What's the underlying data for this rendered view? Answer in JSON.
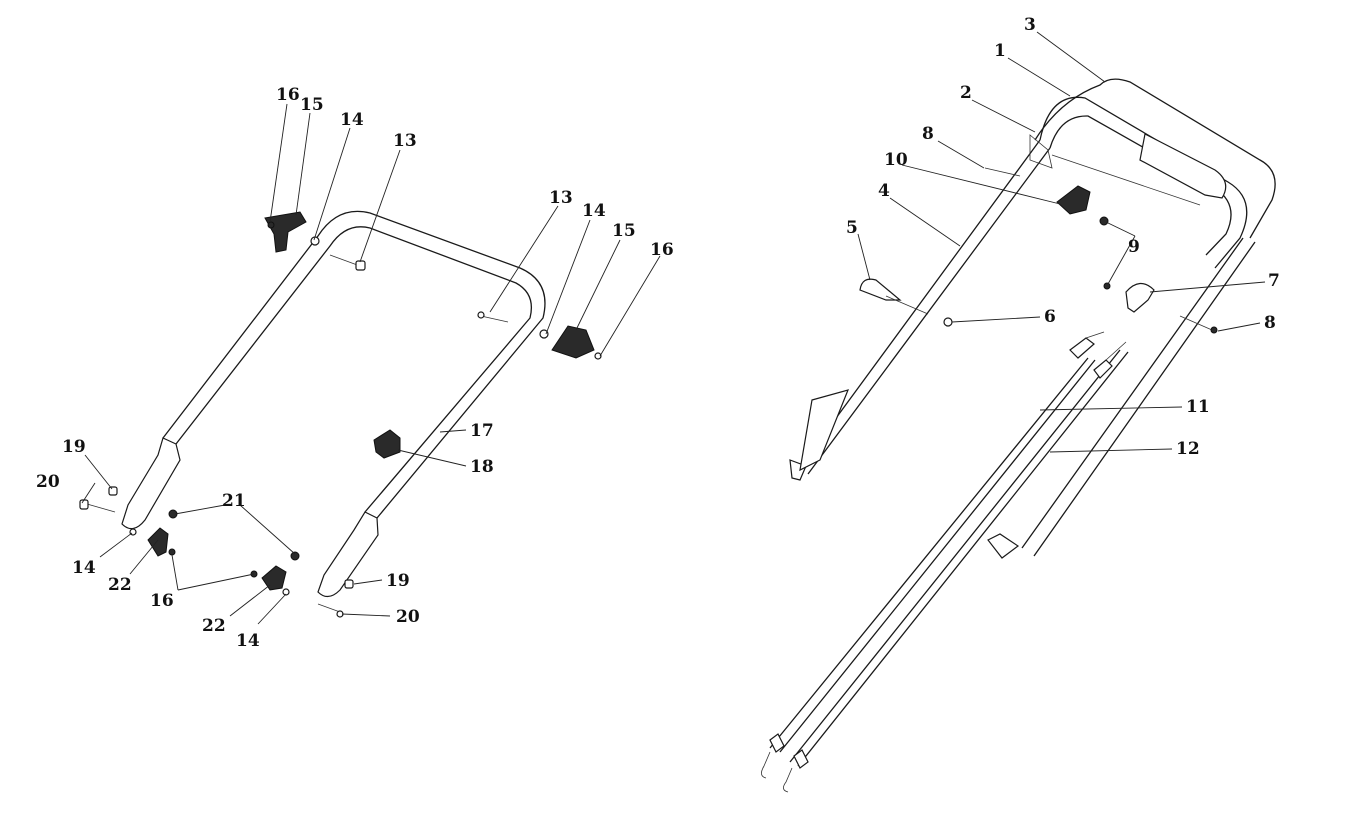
{
  "diagram": {
    "left_assembly_labels": [
      "16",
      "15",
      "14",
      "13",
      "13",
      "14",
      "15",
      "16",
      "17",
      "18",
      "19",
      "20",
      "21",
      "14",
      "22",
      "16",
      "22",
      "14",
      "19",
      "20"
    ],
    "right_assembly_labels": [
      "3",
      "1",
      "2",
      "8",
      "10",
      "4",
      "5",
      "9",
      "7",
      "6",
      "8",
      "11",
      "12"
    ]
  }
}
